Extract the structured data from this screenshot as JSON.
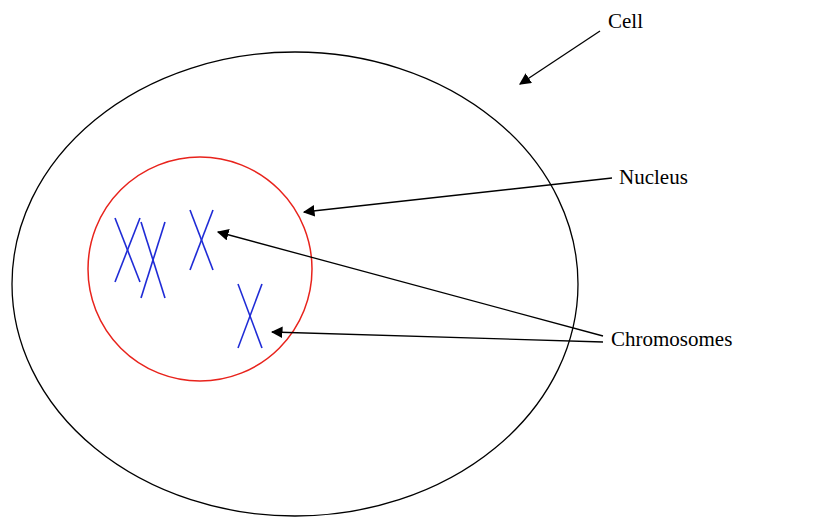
{
  "diagram": {
    "labels": [
      "Cell",
      "Nucleus",
      "Chromosomes"
    ]
  }
}
